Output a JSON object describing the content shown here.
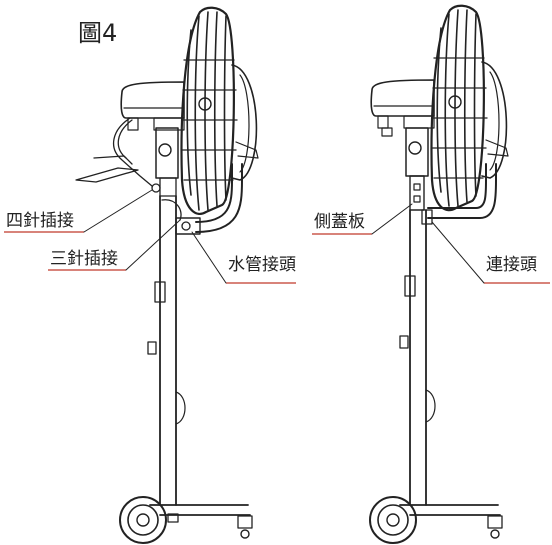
{
  "figure": {
    "title": "圖4"
  },
  "labels": {
    "four_pin": "四針插接",
    "three_pin": "三針插接",
    "water_pipe_joint": "水管接頭",
    "side_cover": "側蓋板",
    "connector": "連接頭"
  },
  "colors": {
    "line": "#222222",
    "leader": "#c0392b",
    "background": "#ffffff"
  }
}
